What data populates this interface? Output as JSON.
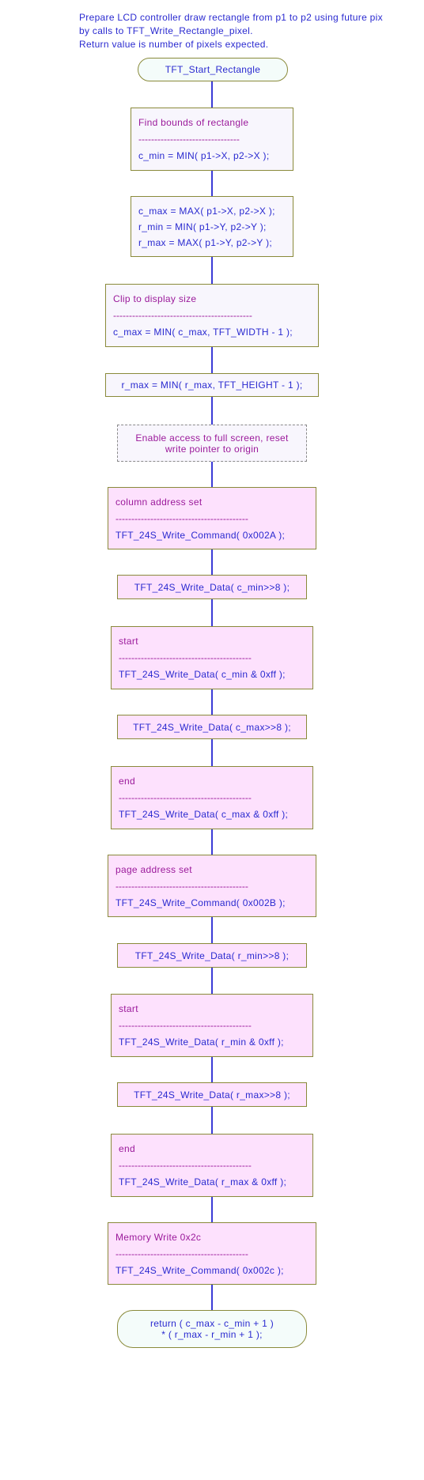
{
  "header_lines": [
    "Prepare LCD controller draw rectangle from p1 to p2 using future pix",
    "by calls to TFT_Write_Rectangle_pixel.",
    "Return value is number of pixels expected."
  ],
  "nodes": [
    {
      "id": "start",
      "kind": "terminator",
      "lines": [
        {
          "t": "code",
          "text": "TFT_Start_Rectangle"
        }
      ]
    },
    {
      "id": "find-bounds",
      "kind": "process",
      "lines": [
        {
          "t": "comment",
          "text": "Find bounds of rectangle"
        },
        {
          "t": "sep",
          "text": "--------------------------------"
        },
        {
          "t": "code",
          "text": "c_min = MIN( p1->X, p2->X );"
        }
      ]
    },
    {
      "id": "bounds-max",
      "kind": "process",
      "lines": [
        {
          "t": "code",
          "text": "c_max = MAX( p1->X, p2->X );"
        },
        {
          "t": "code",
          "text": "r_min = MIN( p1->Y, p2->Y );"
        },
        {
          "t": "code",
          "text": "r_max = MAX( p1->Y, p2->Y );"
        }
      ]
    },
    {
      "id": "clip",
      "kind": "process",
      "lines": [
        {
          "t": "comment",
          "text": "Clip to display size"
        },
        {
          "t": "sep",
          "text": "--------------------------------------------"
        },
        {
          "t": "code",
          "text": "c_max = MIN( c_max, TFT_WIDTH - 1 );"
        }
      ]
    },
    {
      "id": "clip-rmax",
      "kind": "process",
      "lines": [
        {
          "t": "code",
          "text": "r_max = MIN( r_max, TFT_HEIGHT - 1 );"
        }
      ]
    },
    {
      "id": "enable-access",
      "kind": "note",
      "lines": [
        {
          "t": "comment",
          "text": "Enable access to full screen, reset"
        },
        {
          "t": "comment",
          "text": "write pointer to origin"
        }
      ]
    },
    {
      "id": "column-address-set",
      "kind": "hw",
      "lines": [
        {
          "t": "comment",
          "text": "column address set"
        },
        {
          "t": "sep",
          "text": "------------------------------------------"
        },
        {
          "t": "code",
          "text": "TFT_24S_Write_Command( 0x002A );"
        }
      ]
    },
    {
      "id": "write-cmin-hi",
      "kind": "hw",
      "lines": [
        {
          "t": "code",
          "text": "TFT_24S_Write_Data( c_min>>8 );"
        }
      ]
    },
    {
      "id": "start-cmin-lo",
      "kind": "hw",
      "lines": [
        {
          "t": "comment",
          "text": "start"
        },
        {
          "t": "sep",
          "text": "------------------------------------------"
        },
        {
          "t": "code",
          "text": "TFT_24S_Write_Data( c_min & 0xff );"
        }
      ]
    },
    {
      "id": "write-cmax-hi",
      "kind": "hw",
      "lines": [
        {
          "t": "code",
          "text": "TFT_24S_Write_Data( c_max>>8 );"
        }
      ]
    },
    {
      "id": "end-cmax-lo",
      "kind": "hw",
      "lines": [
        {
          "t": "comment",
          "text": "end"
        },
        {
          "t": "sep",
          "text": "------------------------------------------"
        },
        {
          "t": "code",
          "text": "TFT_24S_Write_Data( c_max & 0xff );"
        }
      ]
    },
    {
      "id": "page-address-set",
      "kind": "hw",
      "lines": [
        {
          "t": "comment",
          "text": "page address set"
        },
        {
          "t": "sep",
          "text": "------------------------------------------"
        },
        {
          "t": "code",
          "text": "TFT_24S_Write_Command( 0x002B );"
        }
      ]
    },
    {
      "id": "write-rmin-hi",
      "kind": "hw",
      "lines": [
        {
          "t": "code",
          "text": "TFT_24S_Write_Data( r_min>>8 );"
        }
      ]
    },
    {
      "id": "start-rmin-lo",
      "kind": "hw",
      "lines": [
        {
          "t": "comment",
          "text": "start"
        },
        {
          "t": "sep",
          "text": "------------------------------------------"
        },
        {
          "t": "code",
          "text": "TFT_24S_Write_Data( r_min & 0xff );"
        }
      ]
    },
    {
      "id": "write-rmax-hi",
      "kind": "hw",
      "lines": [
        {
          "t": "code",
          "text": "TFT_24S_Write_Data( r_max>>8 );"
        }
      ]
    },
    {
      "id": "end-rmax-lo",
      "kind": "hw",
      "lines": [
        {
          "t": "comment",
          "text": "end"
        },
        {
          "t": "sep",
          "text": "------------------------------------------"
        },
        {
          "t": "code",
          "text": "TFT_24S_Write_Data( r_max & 0xff );"
        }
      ]
    },
    {
      "id": "memory-write",
      "kind": "hw",
      "lines": [
        {
          "t": "comment",
          "text": "Memory Write 0x2c"
        },
        {
          "t": "sep",
          "text": "------------------------------------------"
        },
        {
          "t": "code",
          "text": "TFT_24S_Write_Command( 0x002c );"
        }
      ]
    },
    {
      "id": "return",
      "kind": "terminator",
      "lines": [
        {
          "t": "code",
          "text": "return ( c_max - c_min + 1 )"
        },
        {
          "t": "code",
          "text": "* ( r_max - r_min + 1 );"
        }
      ]
    }
  ]
}
